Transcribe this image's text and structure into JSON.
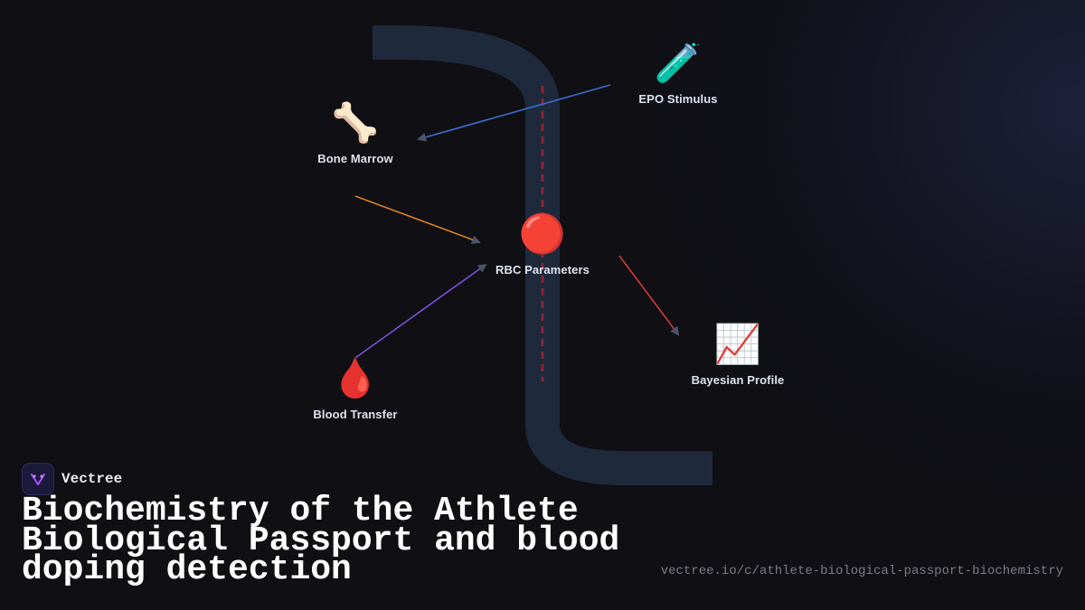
{
  "brand": {
    "name": "Vectree",
    "logo_icon": "vectree-logo-icon",
    "accent": "#a855f7"
  },
  "title": "Biochemistry of the Athlete Biological Passport and blood doping detection",
  "url": "vectree.io/c/athlete-biological-passport-biochemistry",
  "nodes": {
    "epo": {
      "label": "EPO Stimulus",
      "icon": "🧪",
      "icon_name": "test-tube-icon"
    },
    "bone_marrow": {
      "label": "Bone Marrow",
      "icon": "🦴",
      "icon_name": "bone-icon"
    },
    "rbc": {
      "label": "RBC Parameters",
      "icon": "🔴",
      "icon_name": "red-circle-icon"
    },
    "bayesian": {
      "label": "Bayesian Profile",
      "icon": "📈",
      "icon_name": "chart-increasing-icon"
    },
    "blood_transfer": {
      "label": "Blood Transfer",
      "icon": "🩸",
      "icon_name": "blood-drop-icon"
    }
  },
  "edges": [
    {
      "from": "epo",
      "to": "bone_marrow",
      "color": "#3b6fd1"
    },
    {
      "from": "bone_marrow",
      "to": "rbc",
      "color": "#d9851f"
    },
    {
      "from": "blood_transfer",
      "to": "rbc",
      "color": "#7b4fd6"
    },
    {
      "from": "rbc",
      "to": "bayesian",
      "color": "#d33a3a"
    }
  ],
  "colors": {
    "background": "#0f0f14",
    "track": "#1e2a3c",
    "track_dash": "#8a2436",
    "arrowhead": "#4b5366"
  }
}
